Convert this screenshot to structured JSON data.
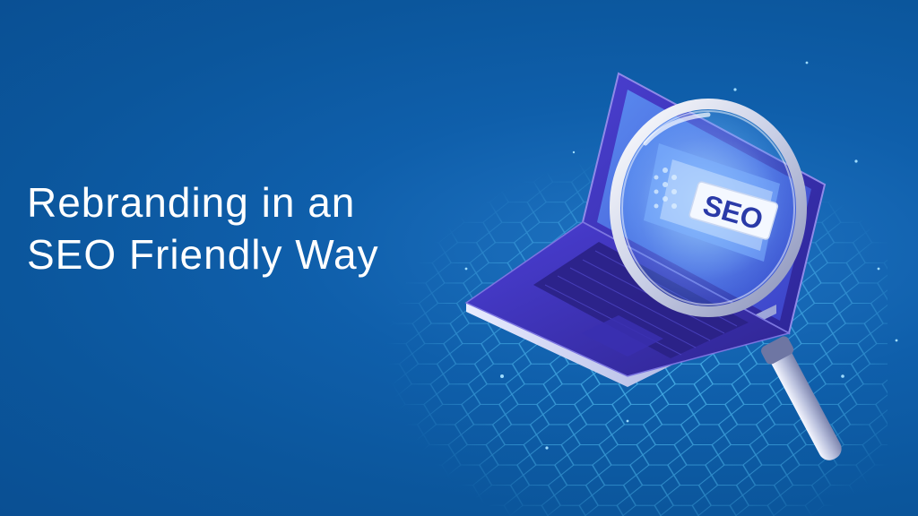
{
  "headline": {
    "line1": "Rebranding in an",
    "line2": "SEO Friendly Way"
  },
  "illustration": {
    "screen_badge": "SEO",
    "laptop_icon": "laptop-icon",
    "magnifier_icon": "magnifying-glass-icon"
  },
  "colors": {
    "background": "#0b5aa0",
    "text": "#ffffff",
    "hex_grid": "#4fc3f7",
    "laptop_body": "#3b2fb8"
  }
}
